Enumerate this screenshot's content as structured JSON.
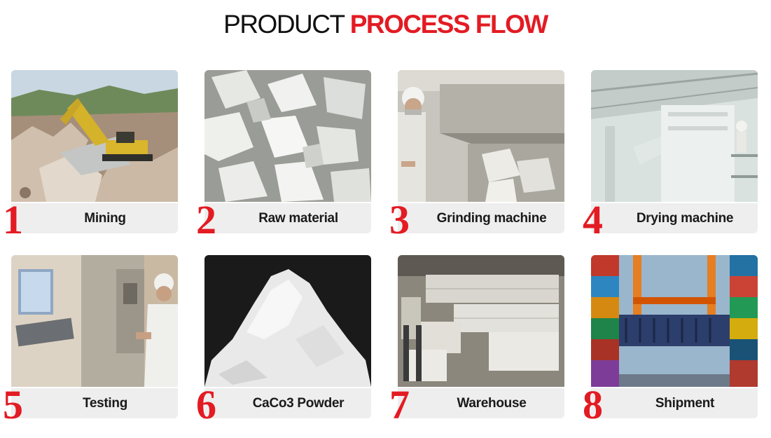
{
  "header": {
    "title_part1": "PRODUCT ",
    "title_part2": "PROCESS FLOW"
  },
  "colors": {
    "accent": "#e31b23",
    "label_bg": "#eeeeee",
    "text": "#1a1a1a"
  },
  "steps": [
    {
      "number": "1",
      "label": "Mining"
    },
    {
      "number": "2",
      "label": "Raw material"
    },
    {
      "number": "3",
      "label": "Grinding machine"
    },
    {
      "number": "4",
      "label": "Drying machine"
    },
    {
      "number": "5",
      "label": "Testing"
    },
    {
      "number": "6",
      "label": "CaCo3 Powder"
    },
    {
      "number": "7",
      "label": "Warehouse"
    },
    {
      "number": "8",
      "label": "Shipment"
    }
  ]
}
